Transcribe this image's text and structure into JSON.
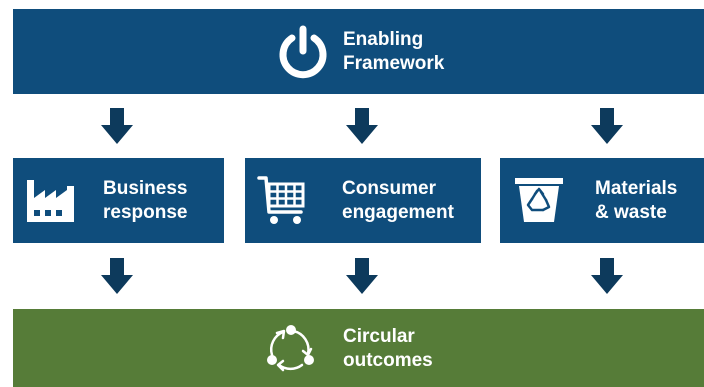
{
  "colors": {
    "blue": "#0f4d7c",
    "green": "#567c38",
    "arrow": "#0d3a5c"
  },
  "top": {
    "line1": "Enabling",
    "line2": "Framework",
    "icon": "power-icon"
  },
  "boxes": [
    {
      "line1": "Business",
      "line2": "response",
      "icon": "factory-icon"
    },
    {
      "line1": "Consumer",
      "line2": "engagement",
      "icon": "shopping-cart-icon"
    },
    {
      "line1": "Materials",
      "line2": "& waste",
      "icon": "recycle-bin-icon"
    }
  ],
  "bottom": {
    "line1": "Circular",
    "line2": "outcomes",
    "icon": "circular-cycle-icon"
  }
}
